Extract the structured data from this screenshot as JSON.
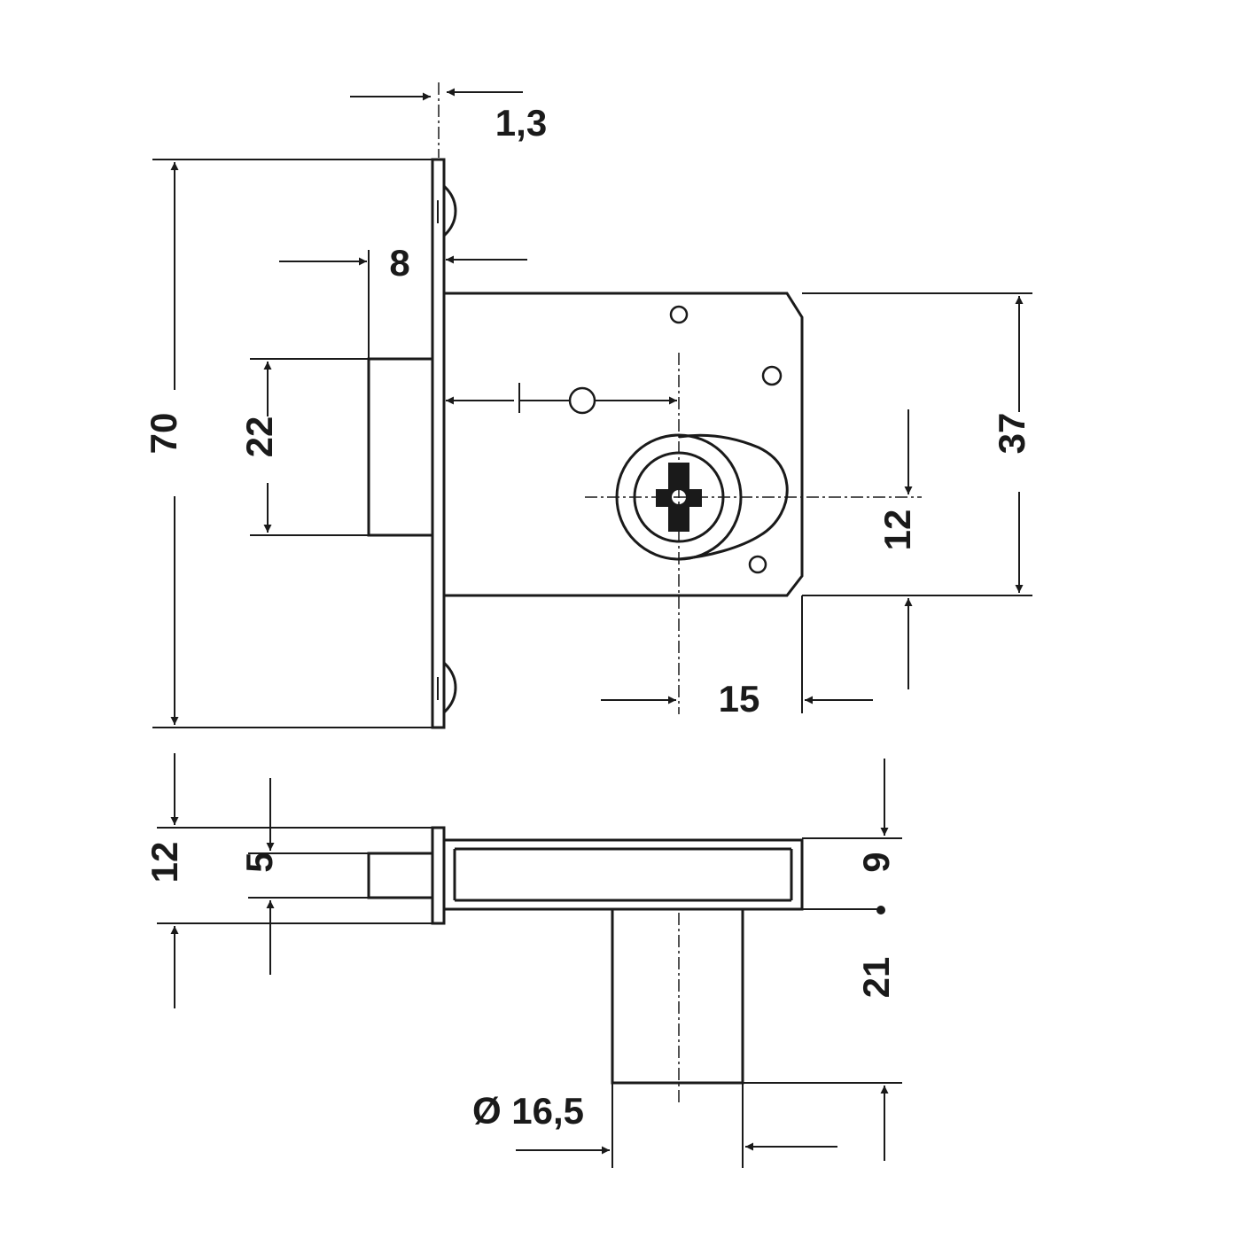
{
  "dimensions": {
    "plate_thickness": "1,3",
    "total_height": "70",
    "backset": "8",
    "bolt_height": "22",
    "case_height": "37",
    "key_offset": "12",
    "cylinder_edge_distance": "15",
    "plate_depth": "12",
    "bolt_depth": "5",
    "case_depth": "9",
    "cylinder_length": "21",
    "cylinder_diameter": "Ø 16,5"
  }
}
